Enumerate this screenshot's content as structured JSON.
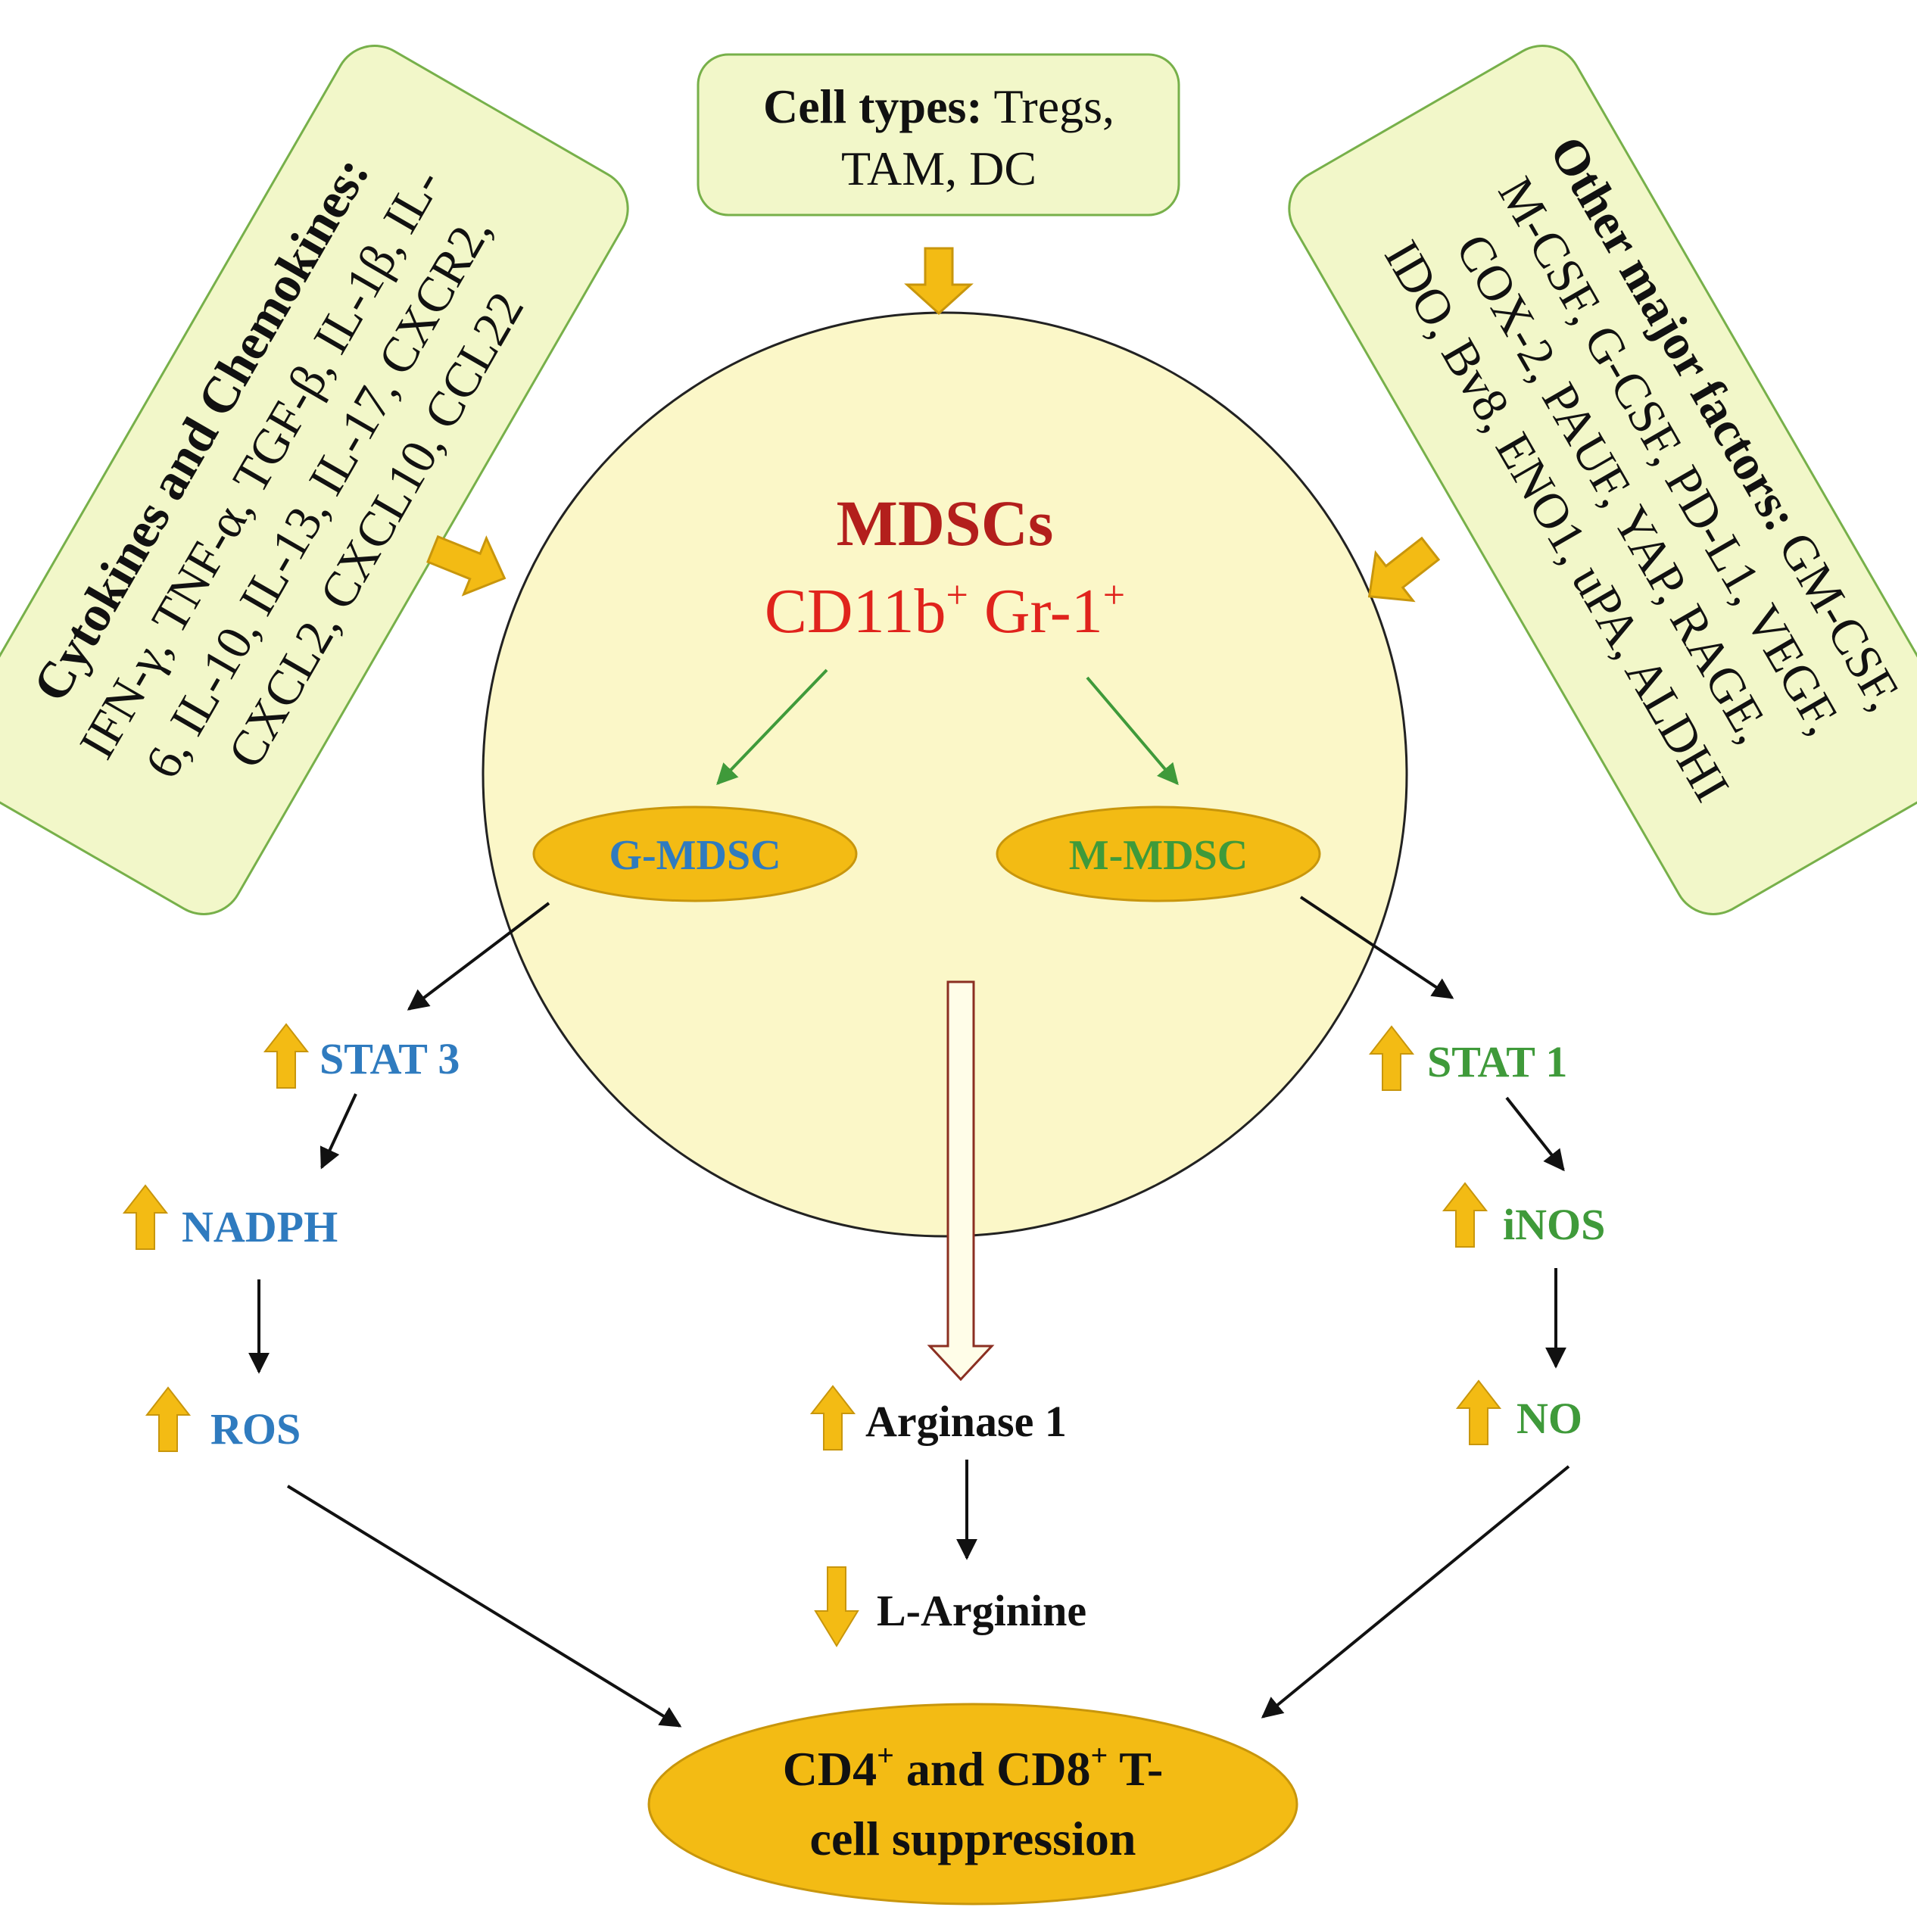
{
  "colors": {
    "box_fill": "#f2f7c9",
    "box_stroke": "#77b04a",
    "circle_fill": "#fbf7c8",
    "gold": "#f3bb14",
    "gold_stroke": "#c8960c",
    "dark_red": "#b31f1c",
    "red": "#e0231c",
    "blue": "#2f7bbf",
    "green": "#3f9a3a",
    "black": "#111111",
    "hollow_arrow": "#8b2f22"
  },
  "cell_types": {
    "bold": "Cell types:",
    "line1_rest": " Tregs,",
    "line2": "TAM, DC"
  },
  "cytokines": {
    "bold": "Cytokines and Chemokines:",
    "line1": "IFN-γ, TNF-α, TGF-β, IL-1β, IL-",
    "line2": "6, IL-10, IL-13, IL-17, CXCR2,",
    "line3": "CXCL2, CXCL10, CCL22"
  },
  "other_factors": {
    "bold": "Other major factors:",
    "line1_rest": " GM-CSF,",
    "line2": "M-CSF, G-CSF, PD-L1, VEGF,",
    "line3": "COX-2,  PAUF, YAP, RAGE,",
    "line4": "IDO, Bv8, ENO1, uPA, ALDHI"
  },
  "mdsc": {
    "title": "MDSCs",
    "marker1": "CD11b",
    "sup1": "+",
    "marker2": " Gr-1",
    "sup2": "+"
  },
  "subsets": {
    "g_mdsc": "G-MDSC",
    "m_mdsc": "M-MDSC"
  },
  "pathway_left": [
    "STAT 3",
    "NADPH",
    "ROS"
  ],
  "pathway_right": [
    "STAT 1",
    "iNOS",
    "NO"
  ],
  "pathway_center": [
    "Arginase 1",
    "L-Arginine"
  ],
  "outcome": {
    "part1": "CD4",
    "sup1": "+",
    "part2": " and CD8",
    "sup2": "+",
    "part3": " T-",
    "line2": "cell suppression"
  }
}
